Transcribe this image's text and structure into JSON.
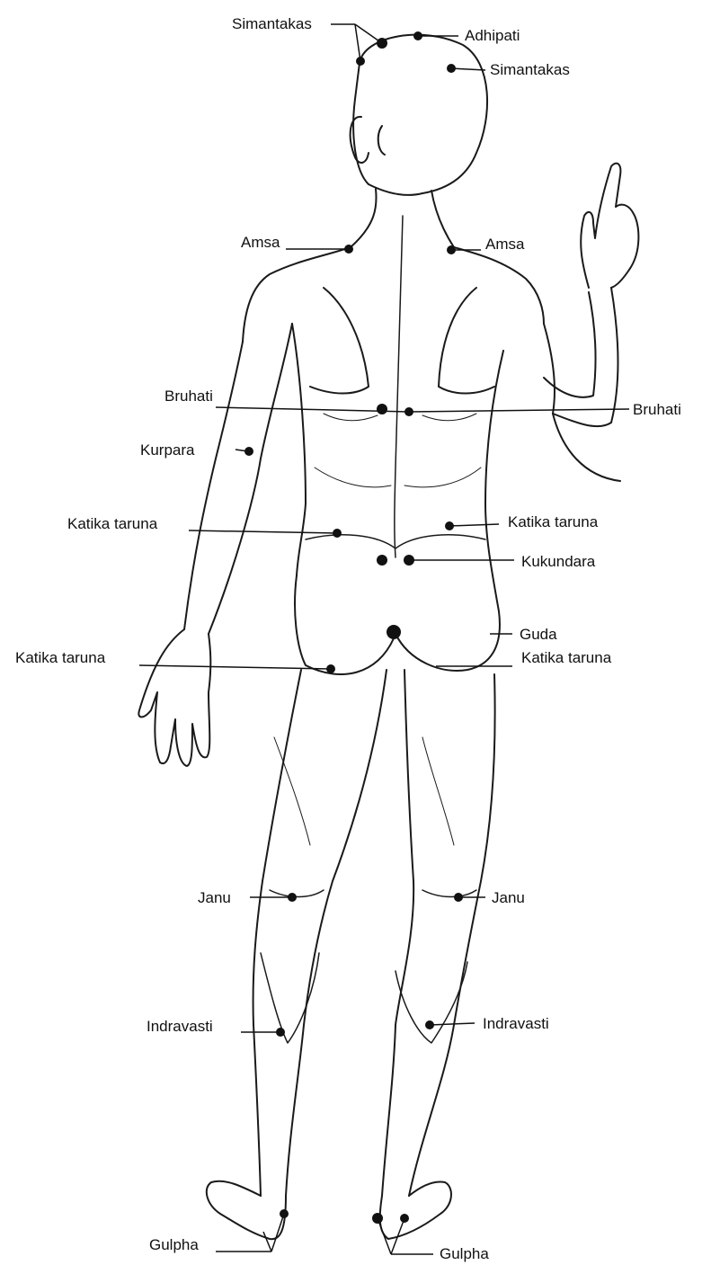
{
  "colors": {
    "ink": "#111111",
    "background": "#ffffff"
  },
  "figure": {
    "subject": "human-body-posterior-view-icon"
  },
  "labels": {
    "simantakas_left": "Simantakas",
    "adhipati": "Adhipati",
    "simantakas_right": "Simantakas",
    "amsa_left": "Amsa",
    "amsa_right": "Amsa",
    "bruhati_left": "Bruhati",
    "bruhati_right": "Bruhati",
    "kurpara": "Kurpara",
    "katika_taruna_upper_left": "Katika taruna",
    "katika_taruna_upper_right": "Katika taruna",
    "kukundara": "Kukundara",
    "guda": "Guda",
    "katika_taruna_lower_left": "Katika taruna",
    "katika_taruna_lower_right": "Katika taruna",
    "janu_left": "Janu",
    "janu_right": "Janu",
    "indravasti_left": "Indravasti",
    "indravasti_right": "Indravasti",
    "gulpha_left": "Gulpha",
    "gulpha_right": "Gulpha"
  }
}
